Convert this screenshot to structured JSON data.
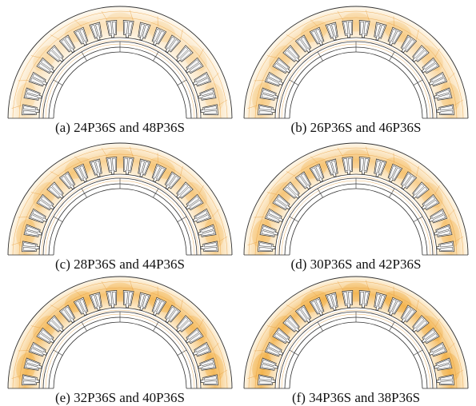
{
  "figure": {
    "panels": [
      {
        "caption": "(a) 24P36S and 48P36S",
        "field_level": 0.25
      },
      {
        "caption": "(b) 26P36S and 46P36S",
        "field_level": 0.45
      },
      {
        "caption": "(c) 28P36S and 44P36S",
        "field_level": 0.55
      },
      {
        "caption": "(d) 30P36S and 42P36S",
        "field_level": 0.6
      },
      {
        "caption": "(e) 32P36S and 40P36S",
        "field_level": 0.8
      },
      {
        "caption": "(f) 34P36S and 38P36S",
        "field_level": 0.9
      }
    ],
    "slot_count": 36,
    "colors": {
      "field_high": "#f0a020",
      "field_low": "#fdf0d8",
      "outline": "#333333",
      "contour": "#e8a040"
    }
  }
}
